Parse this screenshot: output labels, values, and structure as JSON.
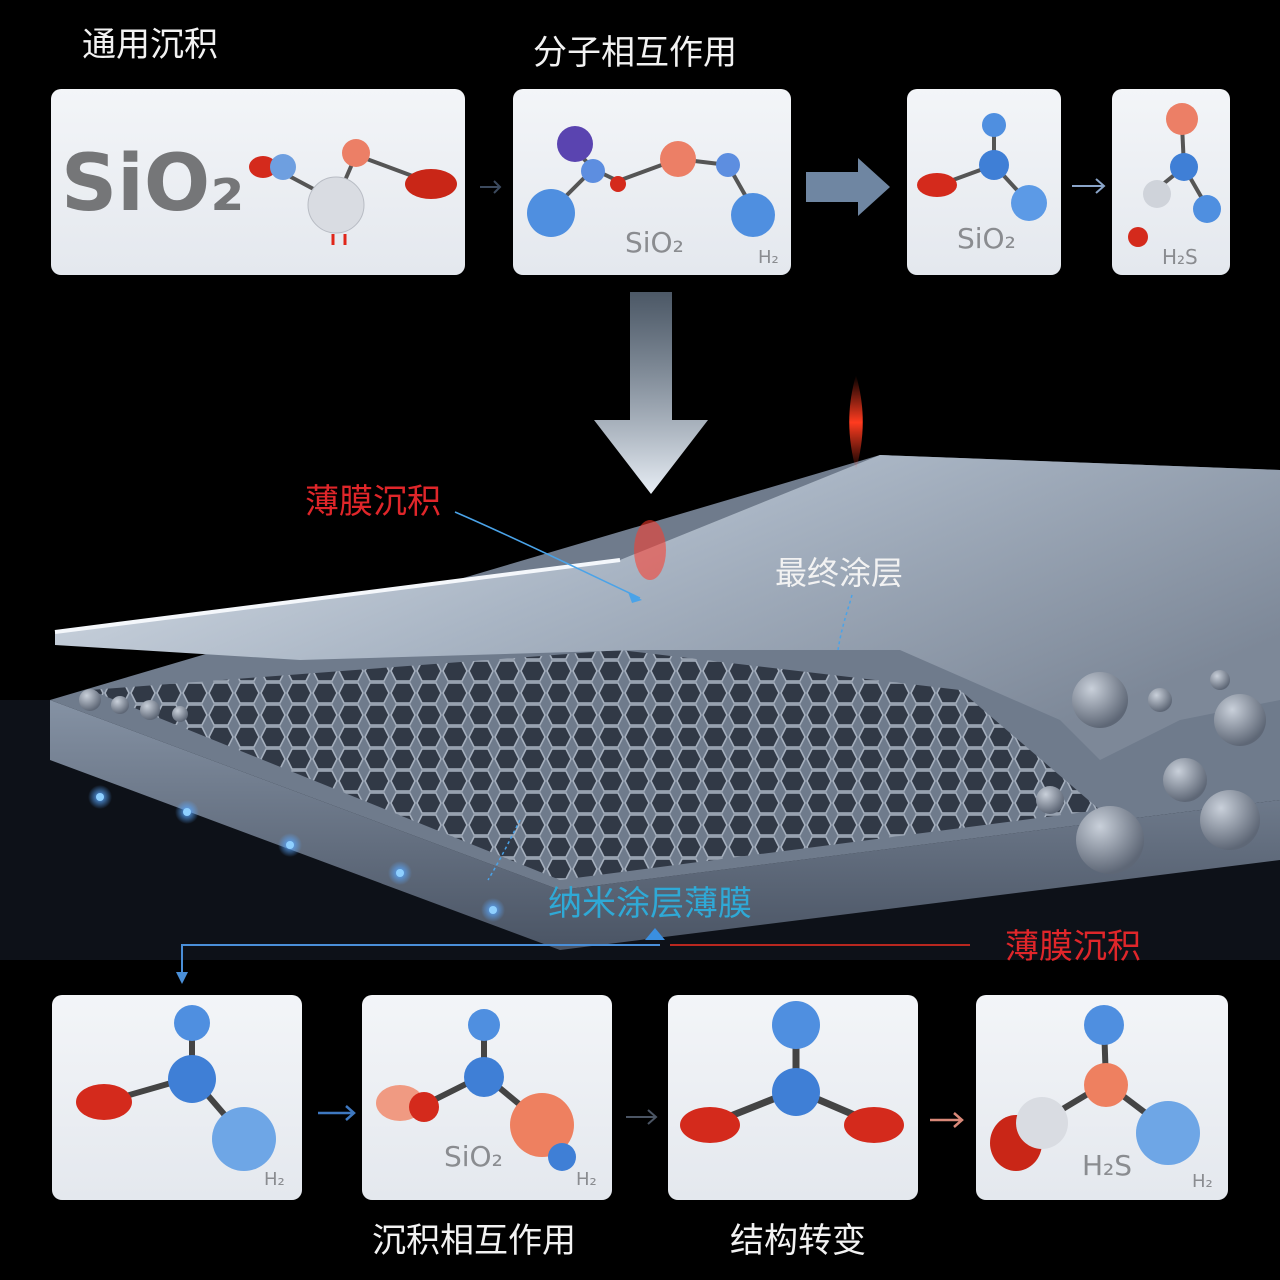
{
  "top": {
    "label_general": "通用沉积",
    "label_molecular": "分子相互作用",
    "card1_formula": "SiO₂",
    "card2_formula": "SiO₂",
    "card2_gas": "H₂",
    "card3_formula": "SiO₂",
    "card4_gas": "H₂S"
  },
  "middle": {
    "label_thin_film": "薄膜沉积",
    "label_final_coating": "最终涂层",
    "label_nano_film": "纳米涂层薄膜",
    "label_thin_film_right": "薄膜沉积"
  },
  "bottom": {
    "card1_gas": "H₂",
    "card2_formula": "SiO₂",
    "card2_gas": "H₂",
    "card4_formula": "H₂S",
    "card4_gas": "H₂",
    "label_deposition_interaction": "沉积相互作用",
    "label_structural_change": "结构转变"
  },
  "colors": {
    "background": "#000000",
    "label_red": "#e0262a",
    "label_cyan": "#2fa9d6",
    "atom_blue": "#3f7fd6",
    "atom_red": "#d42a1c"
  }
}
